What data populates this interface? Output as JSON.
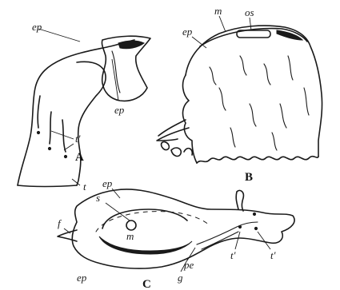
{
  "figure": {
    "panel_A": {
      "letter": "A",
      "labels": {
        "ep_top": "ep",
        "ep_inner": "ep",
        "t_prime": "t'",
        "t": "t"
      }
    },
    "panel_B": {
      "letter": "B",
      "labels": {
        "m": "m",
        "os": "os",
        "ep": "ep"
      }
    },
    "panel_C": {
      "letter": "C",
      "labels": {
        "ep_top": "ep",
        "s": "s",
        "m": "m",
        "f": "f",
        "pe": "pe",
        "g": "g",
        "t_prime_1": "t'",
        "t_prime_2": "t'",
        "ep_bottom": "ep"
      }
    }
  }
}
